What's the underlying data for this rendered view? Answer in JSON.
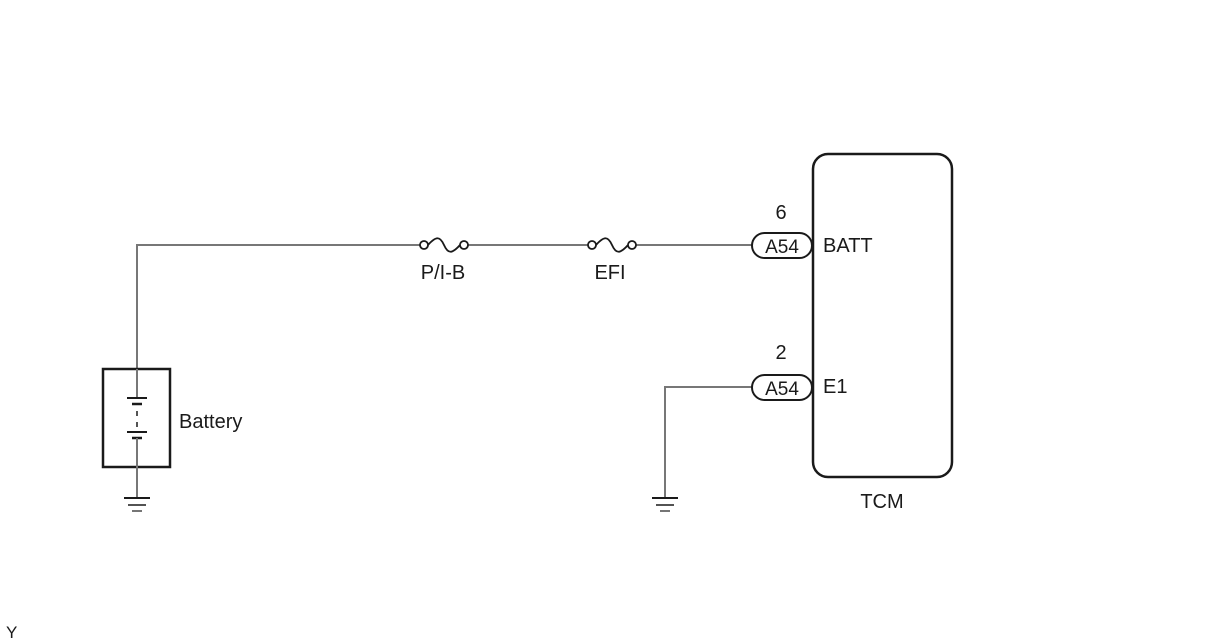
{
  "battery": {
    "label": "Battery"
  },
  "fuses": [
    {
      "label": "P/I-B"
    },
    {
      "label": "EFI"
    }
  ],
  "ecu": {
    "label": "TCM",
    "pins": [
      {
        "connector": "A54",
        "pin_number": "6",
        "terminal": "BATT"
      },
      {
        "connector": "A54",
        "pin_number": "2",
        "terminal": "E1"
      }
    ]
  },
  "figure_code": "Y"
}
